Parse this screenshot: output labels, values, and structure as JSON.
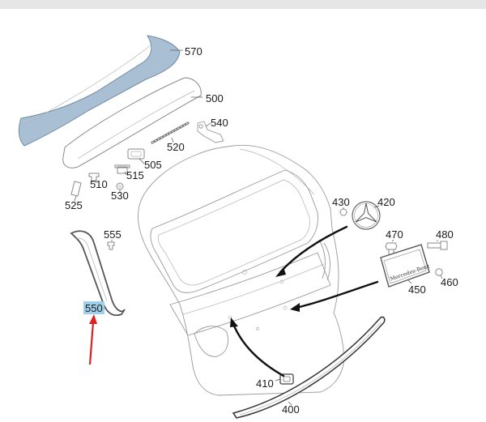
{
  "diagram": {
    "highlight_color": "#9fd0ea",
    "callout_arrow_color": "#e02020",
    "spoiler_color": "#a9bfd3",
    "labels": {
      "p570": "570",
      "p500": "500",
      "p540": "540",
      "p520": "520",
      "p505": "505",
      "p515": "515",
      "p510": "510",
      "p530": "530",
      "p525": "525",
      "p555": "555",
      "p550": "550",
      "p430": "430",
      "p420": "420",
      "p470": "470",
      "p480": "480",
      "p450": "450",
      "p460": "460",
      "p410": "410",
      "p400": "400"
    },
    "plate_text": "Mercedes-Benz"
  }
}
